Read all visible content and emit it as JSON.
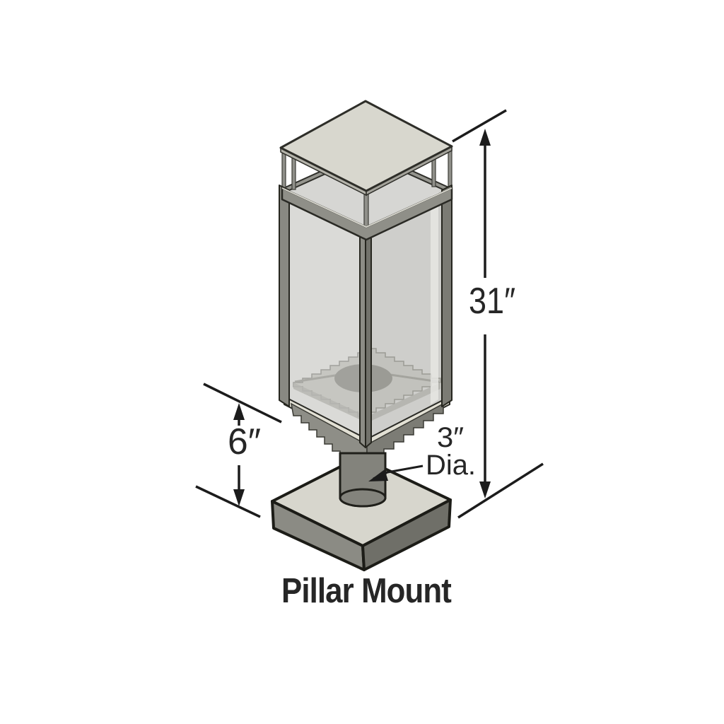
{
  "figure": {
    "title": "Pillar Mount",
    "dimension_labels": {
      "overall_height": "31″",
      "mount_height": "6″",
      "post_diameter": "3″",
      "post_diameter_suffix": "Dia."
    }
  },
  "colors": {
    "background": "#ffffff",
    "line": "#1c1c1c",
    "text": "#262626",
    "roof_top": "#d8d7ce",
    "metal": "#8f8f88",
    "rim_opening": "#d6d6d3",
    "glass_left": "#d3d3d0",
    "glass_right": "#c9c9c6",
    "floor": "#bcbcb6",
    "burner": "#90908a",
    "band_beige": "#e2e0d4",
    "skirt_left": "#8e8e87",
    "skirt_right": "#7c7c75",
    "cylinder": "#83837c",
    "base_top": "#d7d6cd",
    "base_left": "#8b8b84",
    "base_right": "#6f6f68"
  }
}
